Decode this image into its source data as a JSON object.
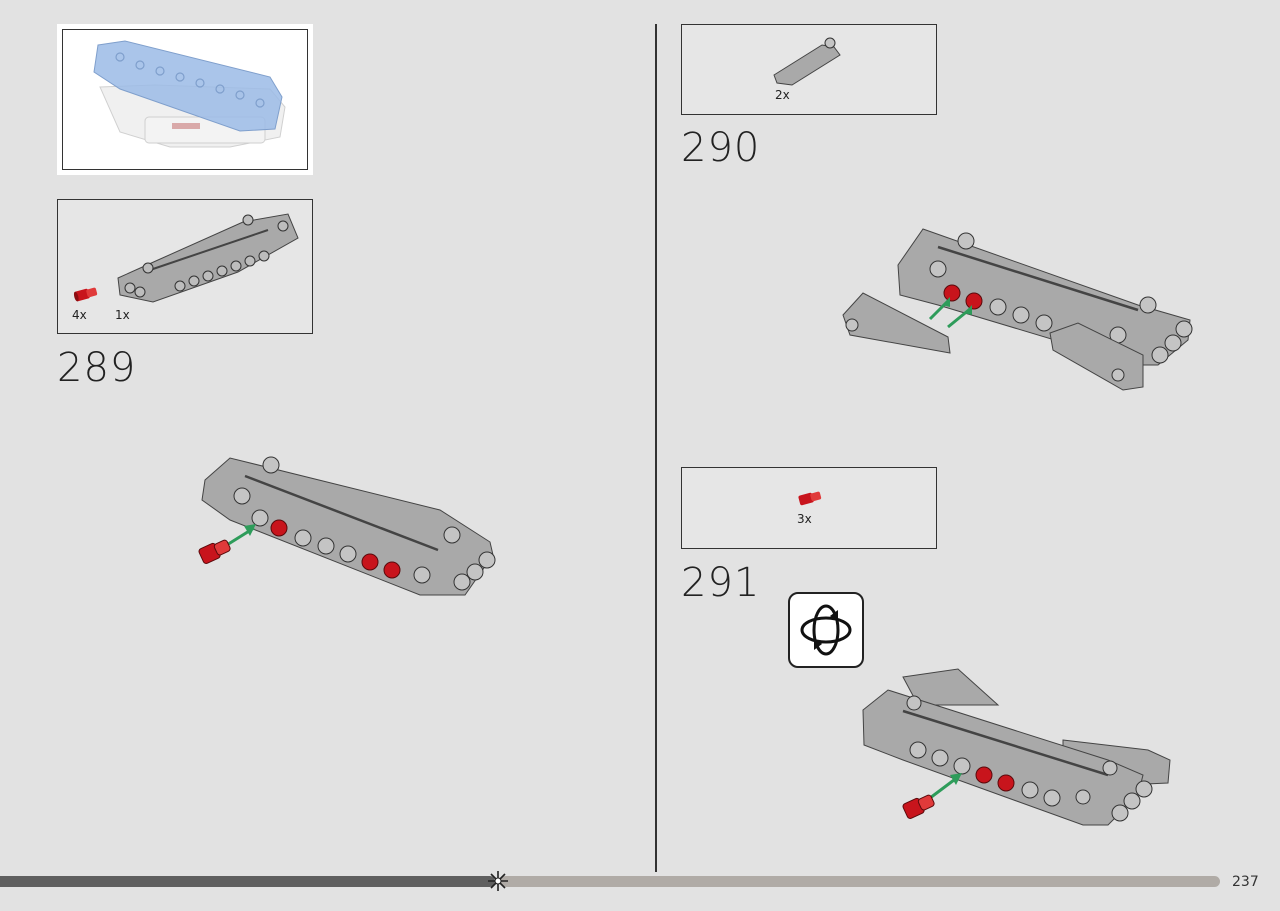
{
  "left": {
    "step": {
      "number": "289",
      "parts": [
        {
          "qty": "4x"
        },
        {
          "qty": "1x"
        }
      ]
    }
  },
  "right": {
    "step_290": {
      "number": "290",
      "parts": [
        {
          "qty": "2x"
        }
      ]
    },
    "step_291": {
      "number": "291",
      "parts": [
        {
          "qty": "3x"
        }
      ]
    }
  },
  "footer": {
    "page_number": "237"
  },
  "colors": {
    "gray_part": "#a9a9a9",
    "red_pin": "#c8141c",
    "arrow": "#2e9c5a",
    "blue_sub": "#9bbbe6"
  }
}
